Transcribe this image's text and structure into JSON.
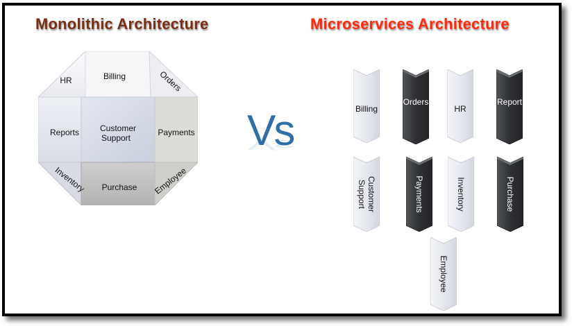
{
  "titles": {
    "monolithic": "Monolithic Architecture",
    "microservices": "Microservices Architecture"
  },
  "monolith": {
    "top": [
      "HR",
      "Billing",
      "Orders"
    ],
    "middle": [
      "Reports",
      "Customer\nSupport",
      "Payments"
    ],
    "bottom": [
      "Inventory",
      "Purchase",
      "Employee"
    ]
  },
  "vs": "Vs",
  "services": [
    {
      "label": "Billing",
      "style": "light",
      "orientation": "horizontal"
    },
    {
      "label": "Orders",
      "style": "dark",
      "orientation": "horizontal"
    },
    {
      "label": "HR",
      "style": "light",
      "orientation": "horizontal"
    },
    {
      "label": "Report",
      "style": "dark",
      "orientation": "horizontal"
    },
    {
      "label": "Customer\nSupport",
      "style": "light",
      "orientation": "vertical"
    },
    {
      "label": "Payments",
      "style": "dark",
      "orientation": "vertical"
    },
    {
      "label": "Inventory",
      "style": "light",
      "orientation": "vertical"
    },
    {
      "label": "Purchase",
      "style": "dark",
      "orientation": "vertical"
    },
    {
      "label": "Employee",
      "style": "light",
      "orientation": "vertical"
    }
  ],
  "colors": {
    "monolithic_title": "#7a2f14",
    "microservices_title": "#ff2a0a",
    "vs": "#2f6fa8",
    "dark_service": "#2e3033",
    "light_service": "#e4e6ee"
  }
}
